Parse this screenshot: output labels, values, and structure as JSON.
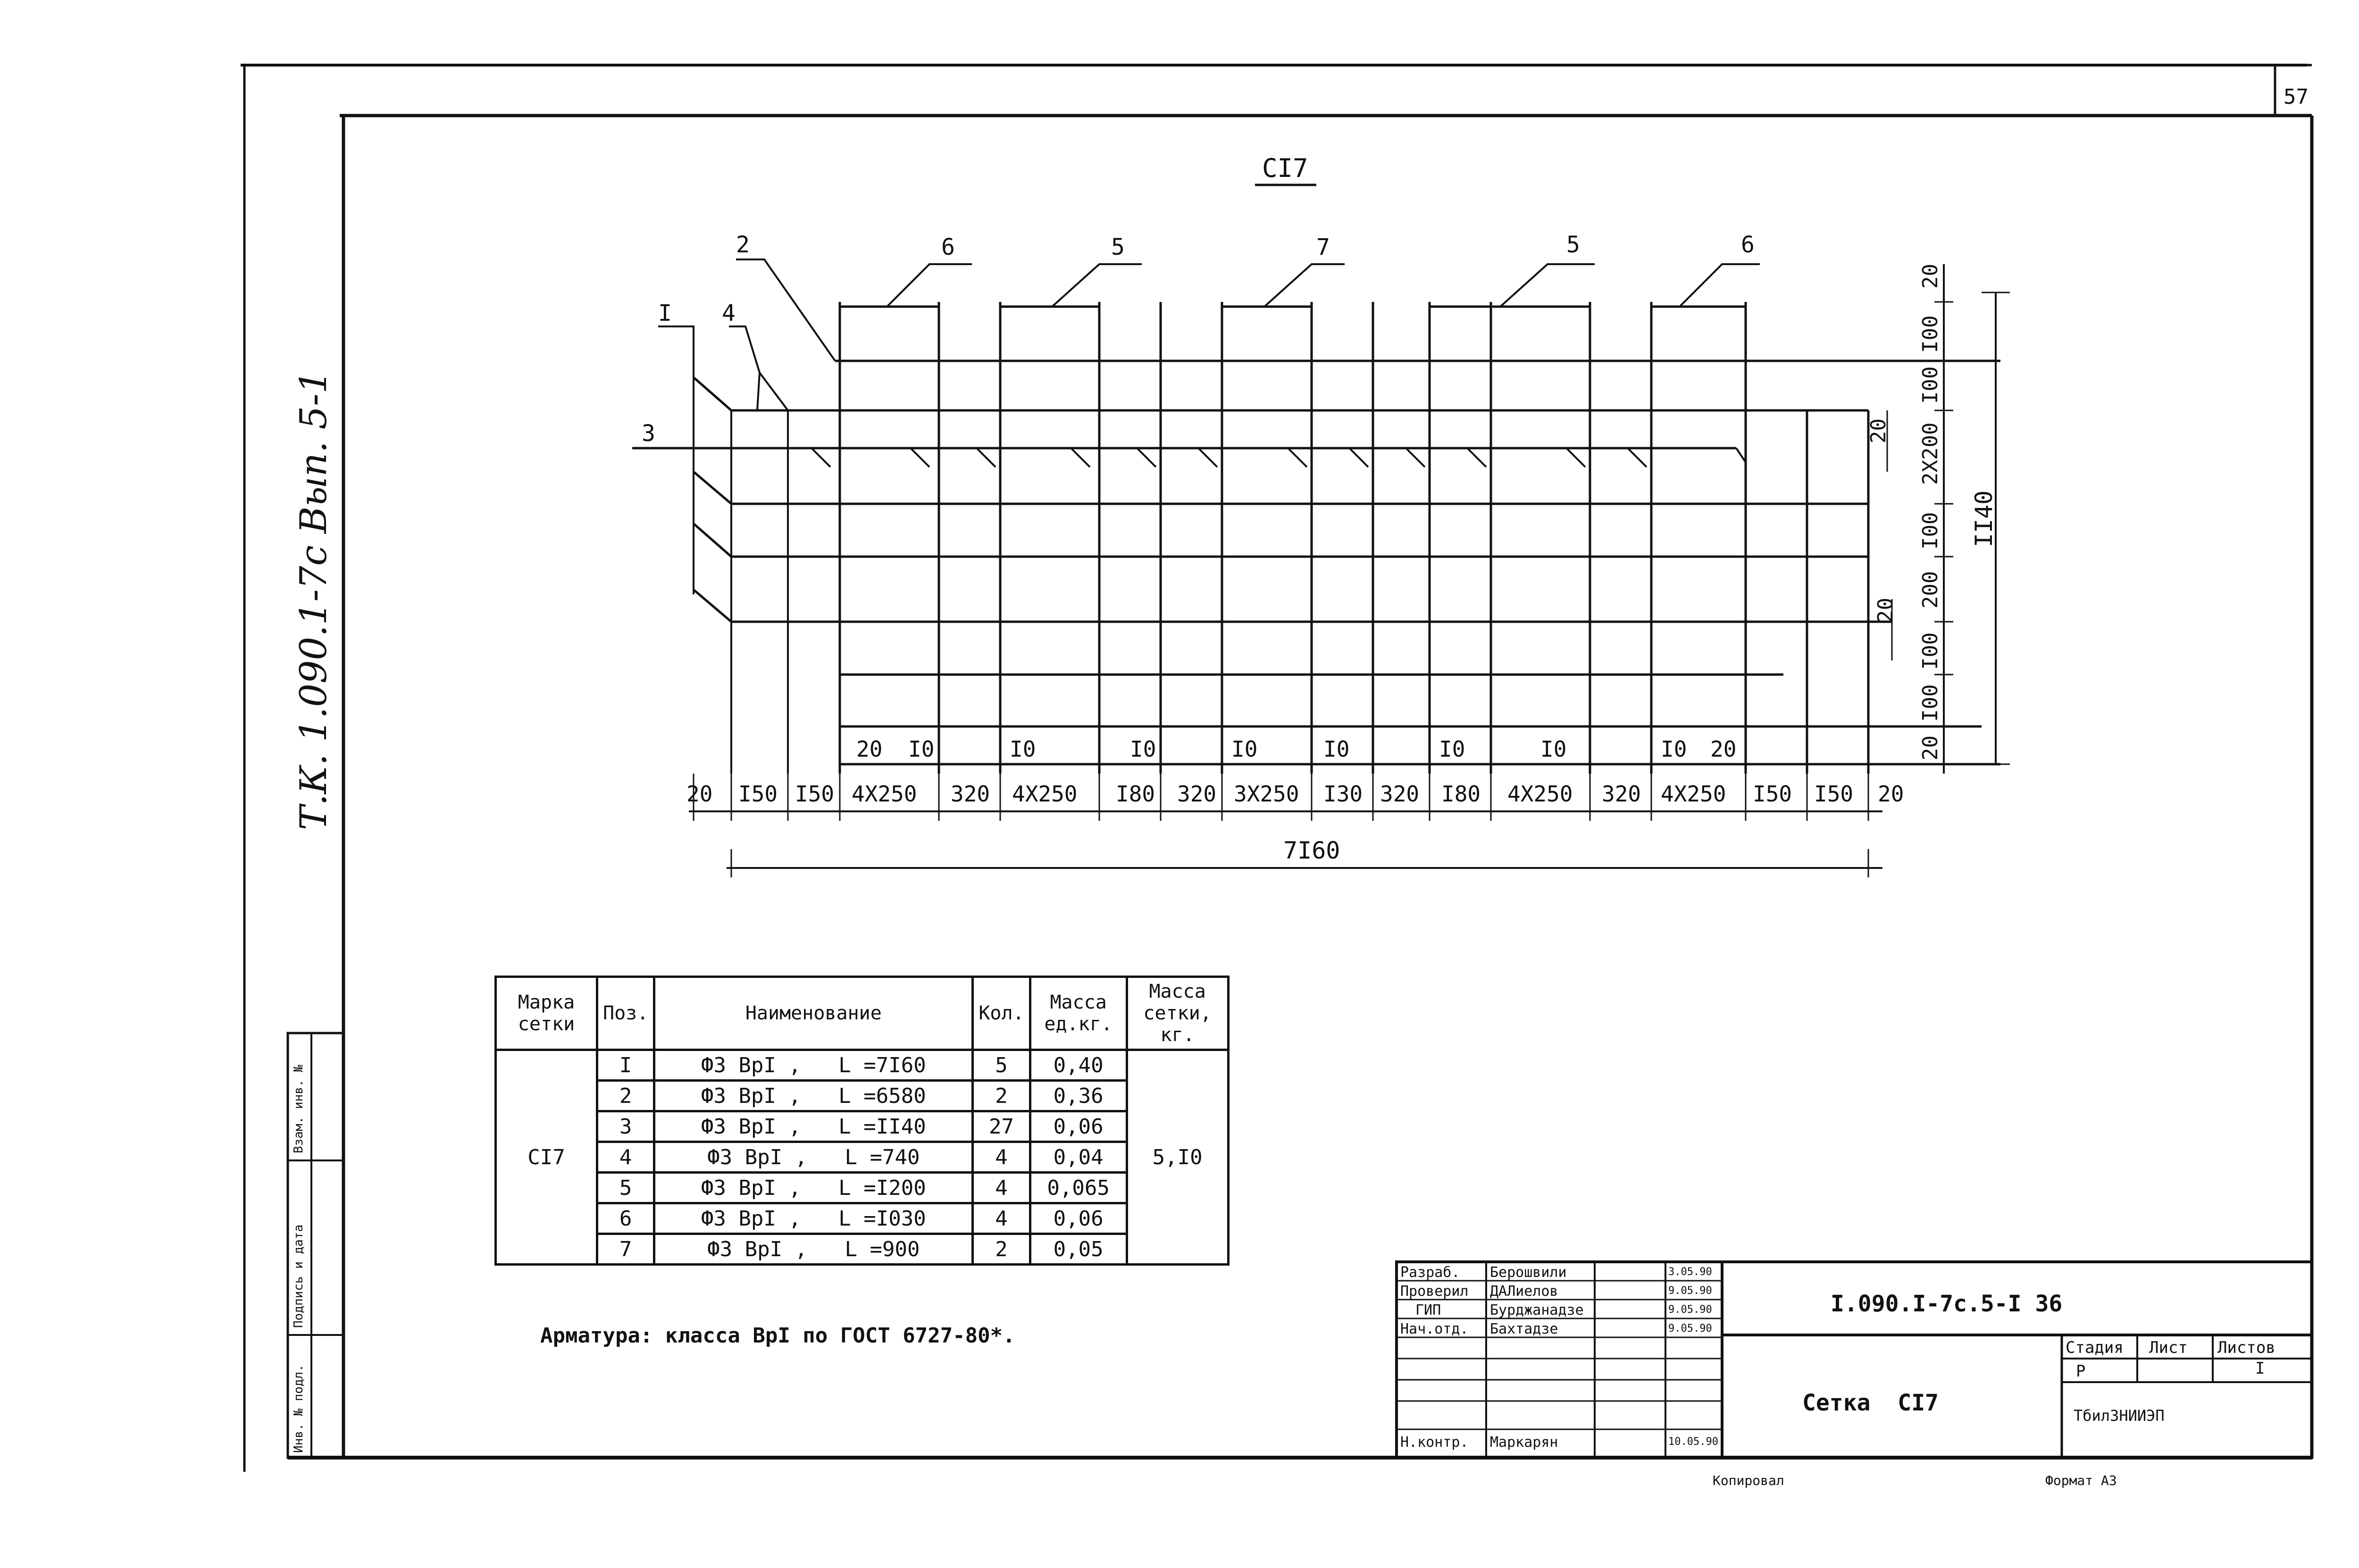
{
  "sheet_number": "57",
  "side_note": "Т.К. 1.090.1-7с Вып. 5-1",
  "side_columns": [
    "Инв. № подл.",
    "Подпись и дата",
    "Взам. инв. №"
  ],
  "drawing_title": "CI7",
  "callouts": {
    "c1": "I",
    "c2": "2",
    "c3": "3",
    "c4": "4",
    "c5a": "5",
    "c5b": "5",
    "c6a": "6",
    "c6b": "6",
    "c7": "7"
  },
  "bottom_dims": [
    "20",
    "I50",
    "I50",
    "4X250",
    "320",
    "4X250",
    "I80",
    "320",
    "3X250",
    "I30",
    "320",
    "I80",
    "4X250",
    "320",
    "4X250",
    "I50",
    "I50",
    "20"
  ],
  "sub_dims": [
    "20",
    "I0",
    "I0",
    "I0",
    "I0",
    "I0",
    "I0",
    "I0",
    "I0",
    "20"
  ],
  "total_length": "7I60",
  "right_dims": [
    "20",
    "I00",
    "I00",
    "2X200",
    "I00",
    "200",
    "I00",
    "I00",
    "20"
  ],
  "inner_right_dims": [
    "20",
    "20"
  ],
  "total_height": "II40",
  "spec_table": {
    "headers": {
      "mark": "Марка сетки",
      "pos": "Поз.",
      "name": "Наименование",
      "qty": "Кол.",
      "mass_unit": "Масса ед.кг.",
      "mass_total": "Масса сетки, кг."
    },
    "mark": "CI7",
    "mass_total": "5,I0",
    "rows": [
      {
        "pos": "I",
        "name": "Ф3 ВрI ,   L =7I60",
        "qty": "5",
        "mass": "0,40"
      },
      {
        "pos": "2",
        "name": "Ф3 ВрI ,   L =6580",
        "qty": "2",
        "mass": "0,36"
      },
      {
        "pos": "3",
        "name": "Ф3 ВрI ,   L =II40",
        "qty": "27",
        "mass": "0,06"
      },
      {
        "pos": "4",
        "name": "Ф3 ВрI ,   L =740",
        "qty": "4",
        "mass": "0,04"
      },
      {
        "pos": "5",
        "name": "Ф3 ВрI ,   L =I200",
        "qty": "4",
        "mass": "0,065"
      },
      {
        "pos": "6",
        "name": "Ф3 ВрI ,   L =I030",
        "qty": "4",
        "mass": "0,06"
      },
      {
        "pos": "7",
        "name": "Ф3 ВрI ,   L =900",
        "qty": "2",
        "mass": "0,05"
      }
    ]
  },
  "note": "Арматура:  класса ВрI по ГОСТ 6727-80*.",
  "title_block": {
    "roles": [
      "Разраб.",
      "Проверил",
      "ГИП",
      "Нач.отд.",
      "",
      "",
      "Н.контр."
    ],
    "names": [
      "Берошвили",
      "ДАЛиелов",
      "Бурджанадзе",
      "Бахтадзе",
      "",
      "",
      "Маркарян"
    ],
    "dates": [
      "3.05.90",
      "9.05.90",
      "9.05.90",
      "9.05.90",
      "",
      "",
      "10.05.90"
    ],
    "code": "I.090.I-7c.5-I 36",
    "sheet_name": "Сетка  CI7",
    "stage_label": "Стадия",
    "sheet_label": "Лист",
    "sheets_label": "Листов",
    "stage": "Р",
    "sheets": "I",
    "org": "ТбилЗНИИЭП"
  },
  "copied": "Копировал",
  "format": "Формат А3"
}
